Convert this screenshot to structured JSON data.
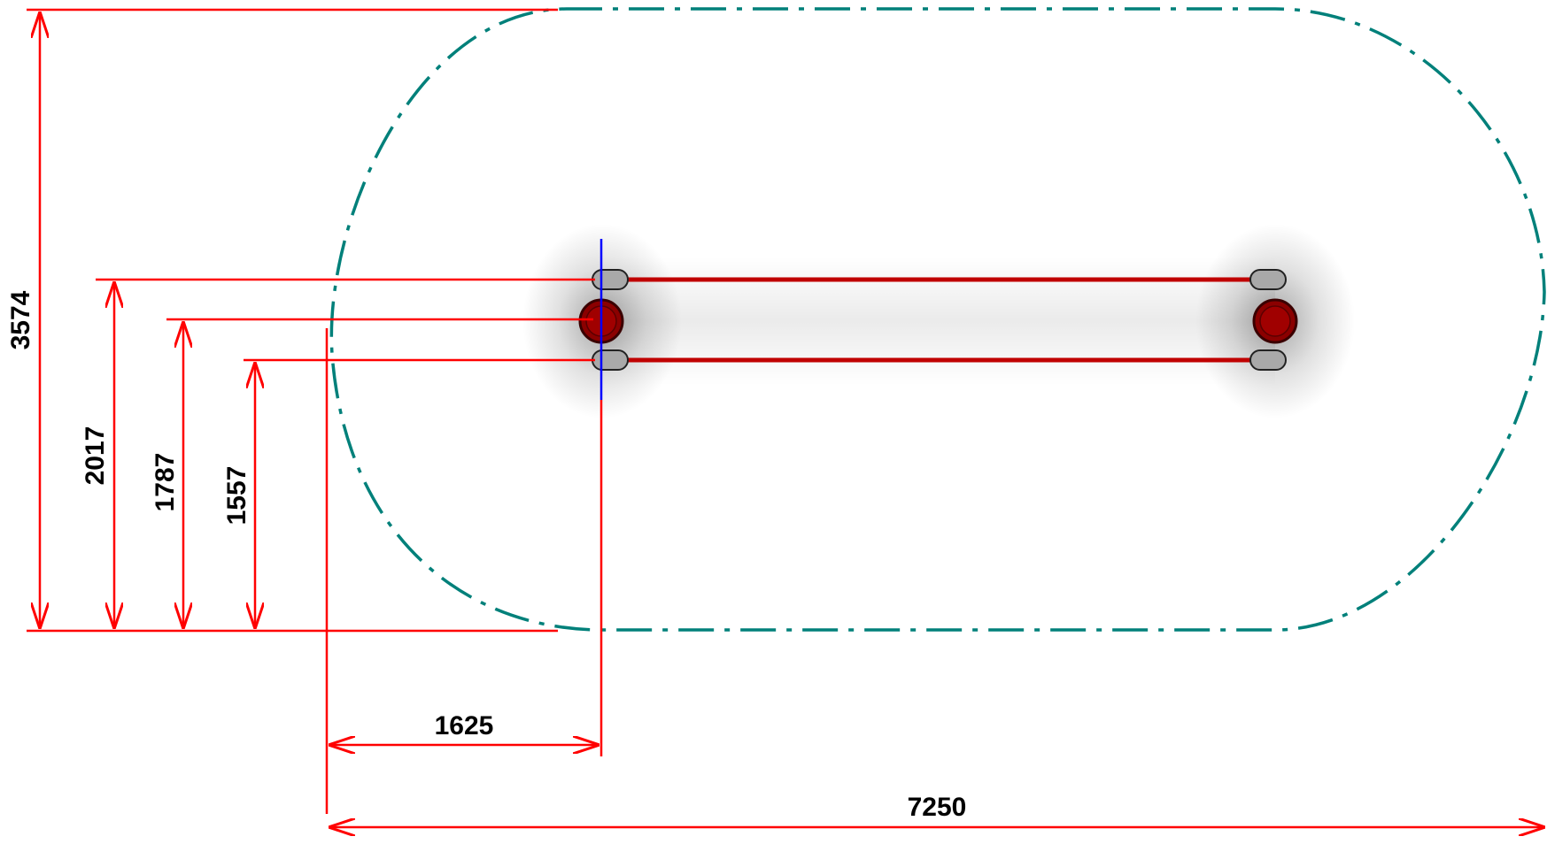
{
  "dimensions": {
    "overall_height": "3574",
    "rail_upper_height": "2017",
    "post_height": "1787",
    "rail_lower_height": "1557",
    "post_offset": "1625",
    "overall_length": "7250"
  },
  "colors": {
    "dimension": "#ff0000",
    "safety_zone": "#00807a",
    "rail": "#c00000",
    "post": "#8b0000",
    "post_outline": "#3a0000",
    "rail_end": "#a9a9a9",
    "axis": "#0000ff"
  },
  "icons": {
    "post": "circle-post-icon",
    "rail_end": "rounded-cap-icon",
    "arrow": "arrowhead-icon"
  }
}
